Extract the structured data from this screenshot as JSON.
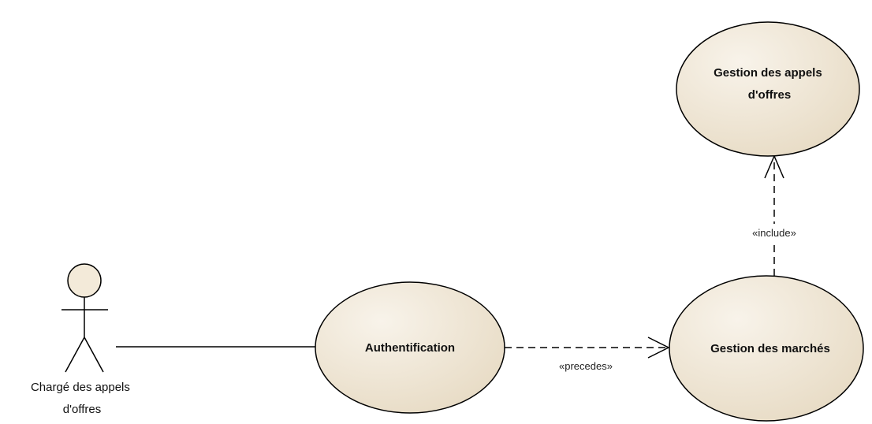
{
  "actor": {
    "name_lines": [
      "Chargé des appels",
      "d'offres"
    ]
  },
  "use_cases": {
    "authentification": {
      "lines": [
        "Authentification"
      ]
    },
    "gestion_marches": {
      "lines": [
        "Gestion des marchés"
      ]
    },
    "gestion_appels": {
      "lines": [
        "Gestion des appels",
        "d'offres"
      ]
    }
  },
  "relations": {
    "precedes": "«precedes»",
    "include": "«include»"
  },
  "colors": {
    "use_case_fill_light": "#f8f3ea",
    "use_case_fill_dark": "#e8dcc6",
    "actor_head_fill": "#f3ead9",
    "stroke": "#000000"
  }
}
